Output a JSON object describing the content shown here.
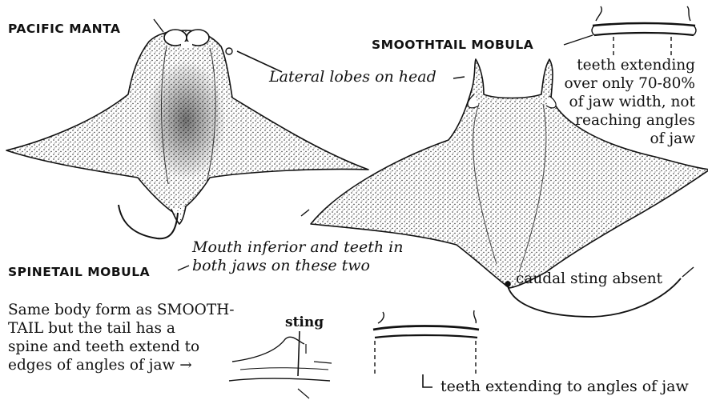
{
  "species": {
    "pacific_manta": "PACIFIC MANTA",
    "smoothtail_mobula": "SMOOTHTAIL MOBULA",
    "spinetail_mobula": "SPINETAIL MOBULA"
  },
  "annotations": {
    "lateral_lobes": "Lateral lobes on head",
    "mouth_inferior_line1": "Mouth inferior and teeth in",
    "mouth_inferior_line2": "both jaws on these two",
    "caudal_sting": "caudal sting absent",
    "sting": "sting",
    "teeth_to_angles": "teeth extending to angles of jaw"
  },
  "smoothtail_teeth_note": [
    "teeth extending",
    "over only 70-80%",
    "of jaw width, not",
    "reaching angles",
    "of jaw"
  ],
  "spinetail_note": [
    "Same body form as SMOOTH-",
    "TAIL but the tail has a",
    "spine and teeth extend to",
    "edges of angles of jaw →"
  ],
  "colors": {
    "ink": "#111111",
    "background": "#ffffff"
  }
}
